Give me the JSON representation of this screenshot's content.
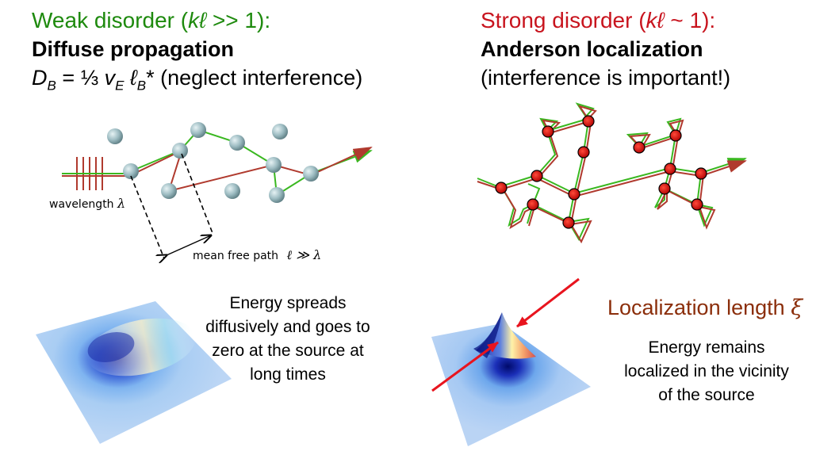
{
  "left": {
    "heading_prefix": "Weak disorder (",
    "heading_k": "kℓ",
    "heading_suffix": "  >> 1):",
    "subtitle": "Diffuse propagation",
    "formula_d": "D",
    "formula_b": "B",
    "formula_eq": " = ⅓ ",
    "formula_v": "v",
    "formula_e": "E",
    "formula_l": " ℓ",
    "formula_b2": "B",
    "formula_star": "*",
    "formula_note": "  (neglect interference)",
    "wavelength_label": "wavelength",
    "wavelength_symbol": "λ",
    "mfp_label": "mean free path",
    "mfp_symbol": "ℓ ≫ λ",
    "caption_1": "Energy spreads",
    "caption_2": "diffusively and goes to",
    "caption_3": "zero at the source at",
    "caption_4": "long times"
  },
  "right": {
    "heading_prefix": "Strong disorder (",
    "heading_k": "kℓ",
    "heading_suffix": "  ~ 1):",
    "subtitle": "Anderson localization",
    "note": "(interference is important!)",
    "loc_label": "Localization length",
    "loc_symbol": "ξ",
    "caption_1": "Energy remains",
    "caption_2": "localized in the vicinity",
    "caption_3": "of the source"
  },
  "colors": {
    "green_heading": "#1e8a0e",
    "red_heading": "#c8141e",
    "path_green": "#3ab820",
    "path_red": "#b03a2e",
    "scatterer": "#8fb0b6",
    "dot_red": "#d40000",
    "loc_text": "#8b2e0b"
  }
}
